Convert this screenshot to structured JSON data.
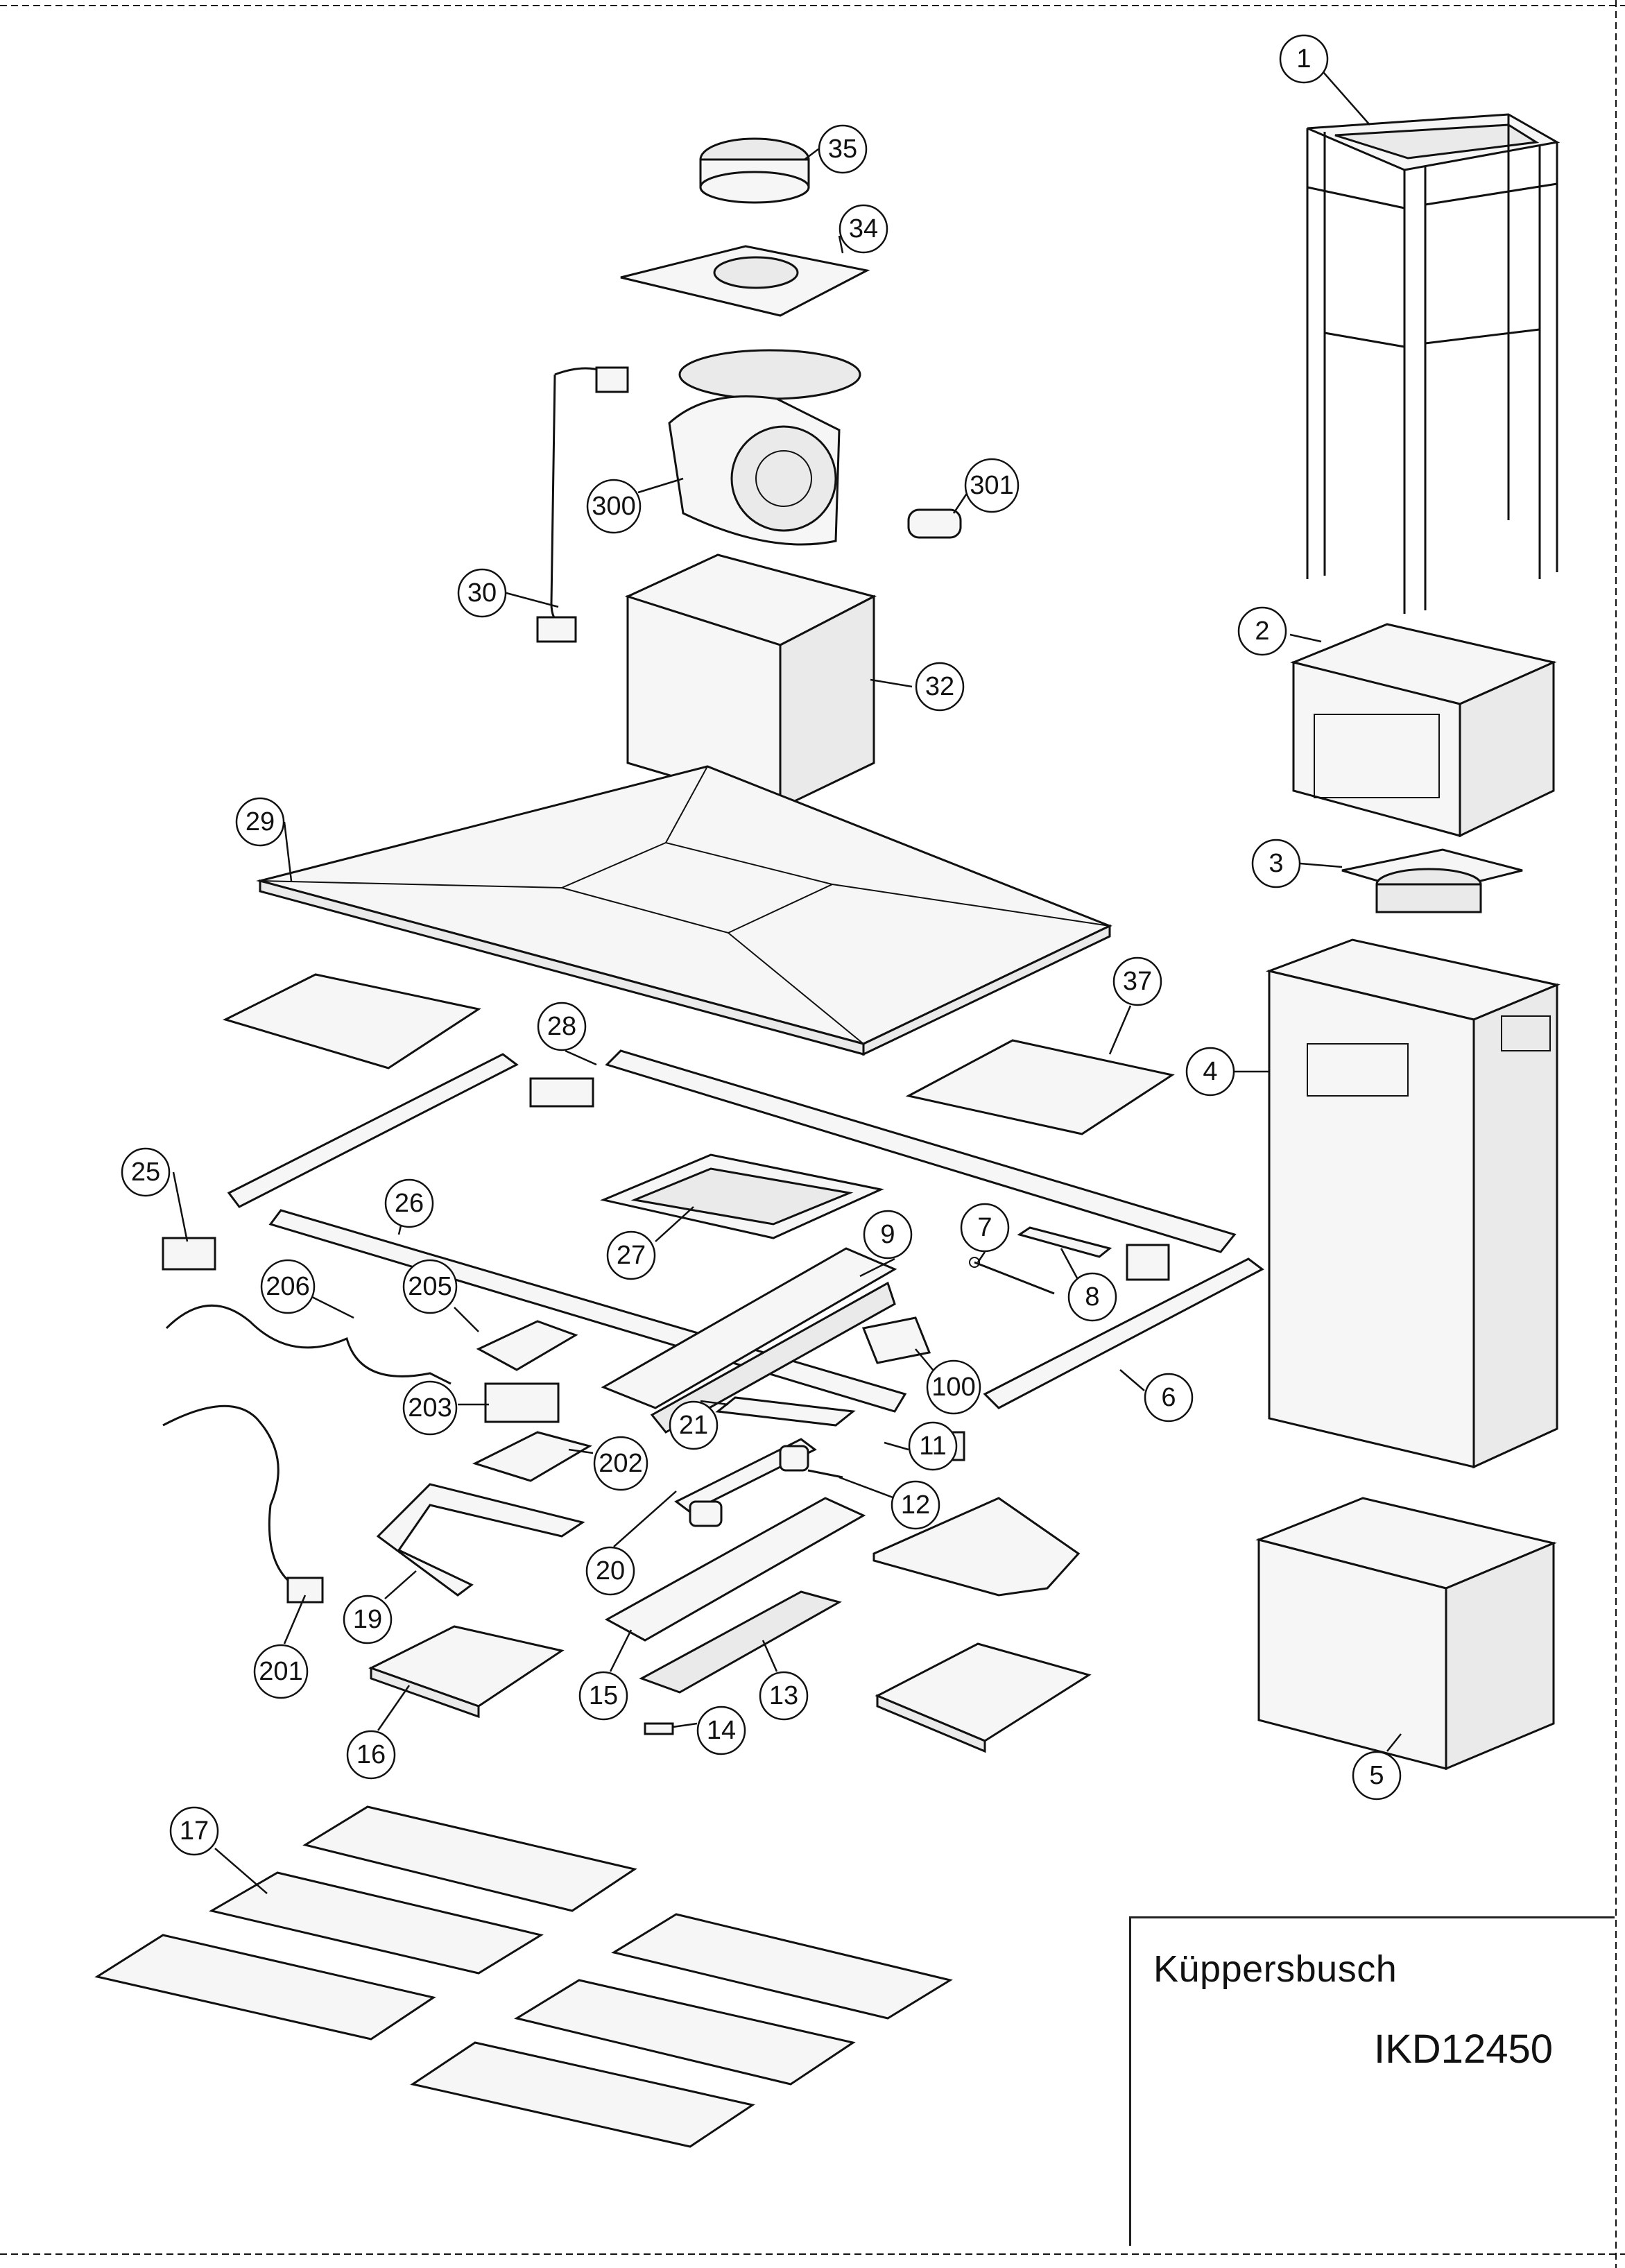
{
  "title_block": {
    "brand": "Küppersbusch",
    "model": "IKD12450"
  },
  "callouts": [
    "1",
    "2",
    "3",
    "4",
    "5",
    "6",
    "7",
    "8",
    "9",
    "11",
    "12",
    "13",
    "14",
    "15",
    "16",
    "17",
    "19",
    "20",
    "21",
    "25",
    "26",
    "27",
    "28",
    "29",
    "30",
    "32",
    "34",
    "35",
    "37",
    "100",
    "201",
    "202",
    "203",
    "205",
    "206",
    "300",
    "301"
  ],
  "colors": {
    "ink": "#111111",
    "paper": "#ffffff"
  }
}
